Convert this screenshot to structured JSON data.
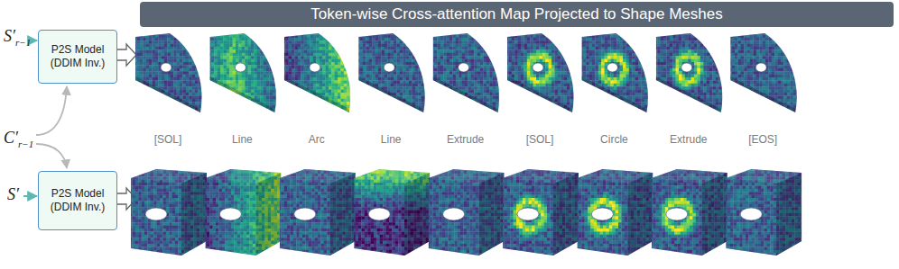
{
  "diagram": {
    "title": "Token-wise Cross-attention Map Projected to Shape Meshes",
    "nodes": [
      {
        "text": [
          "P2S Model (DDIM Inv.)"
        ]
      },
      {
        "text": [
          "P2S Model (DDIM Inv.)"
        ]
      }
    ],
    "labels": [
      "S′r−1",
      "C′r−1",
      "S′",
      "[SOL]",
      "Line",
      "Arc",
      "Line",
      "Extrude",
      "[SOL]",
      "Circle",
      "Extrude",
      "[EOS]"
    ]
  }
}
